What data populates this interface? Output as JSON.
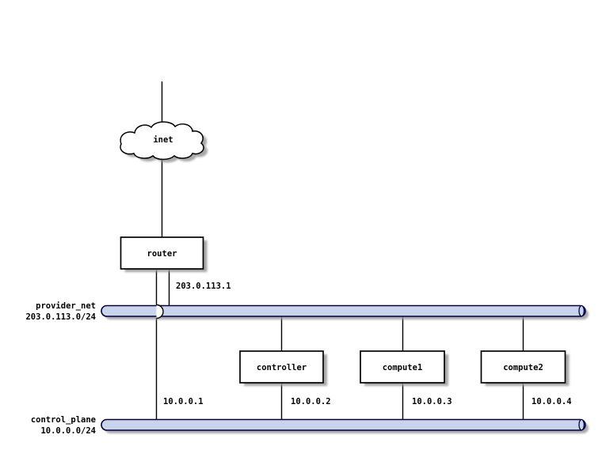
{
  "colors": {
    "background": "#ffffff",
    "line": "#000000",
    "node_fill": "#ffffff",
    "network_fill": "#c7d4ec",
    "network_border": "#000040",
    "shadow": "#999999",
    "text": "#000000"
  },
  "cloud": {
    "label": "inet"
  },
  "router": {
    "label": "router"
  },
  "interfaces": {
    "router_provider_address": "203.0.113.1",
    "router_control_address": "10.0.0.1"
  },
  "networks": {
    "provider": {
      "name": "provider_net",
      "cidr": "203.0.113.0/24"
    },
    "control": {
      "name": "control_plane",
      "cidr": "10.0.0.0/24"
    }
  },
  "nodes": [
    {
      "label": "controller",
      "address": "10.0.0.2"
    },
    {
      "label": "compute1",
      "address": "10.0.0.3"
    },
    {
      "label": "compute2",
      "address": "10.0.0.4"
    }
  ]
}
